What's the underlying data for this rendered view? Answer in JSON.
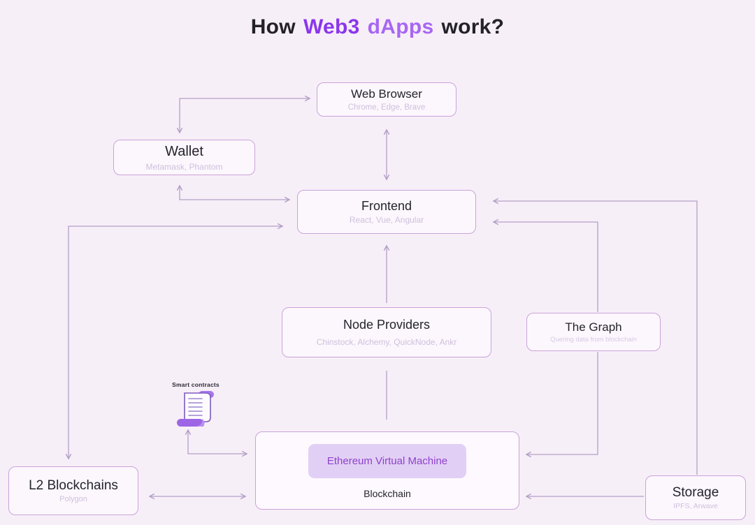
{
  "title": {
    "part1": "How",
    "web3": "Web3",
    "dapps": "dApps",
    "part2": "work?"
  },
  "nodes": {
    "web_browser": {
      "title": "Web Browser",
      "subtitle": "Chrome, Edge, Brave"
    },
    "wallet": {
      "title": "Wallet",
      "subtitle": "Metamask, Phantom"
    },
    "frontend": {
      "title": "Frontend",
      "subtitle": "React, Vue, Angular"
    },
    "node_providers": {
      "title": "Node Providers",
      "subtitle": "Chinstock, Alchemy, QuickNode, Ankr"
    },
    "the_graph": {
      "title": "The Graph",
      "subtitle": "Quering data from blockchain"
    },
    "smart_contracts": {
      "label": "Smart contracts"
    },
    "blockchain": {
      "label": "Blockchain",
      "evm_label": "Ethereum Virtual Machine"
    },
    "l2_blockchains": {
      "title": "L2 Blockchains",
      "subtitle": "Polygon"
    },
    "storage": {
      "title": "Storage",
      "subtitle": "IPFS, Arwave"
    }
  },
  "edges": [
    {
      "from": "wallet",
      "to": "web_browser",
      "style": "elbow",
      "arrows": "both"
    },
    {
      "from": "web_browser",
      "to": "frontend",
      "style": "straight",
      "arrows": "both"
    },
    {
      "from": "wallet",
      "to": "frontend",
      "style": "elbow",
      "arrows": "both"
    },
    {
      "from": "node_providers",
      "to": "frontend",
      "style": "straight",
      "arrows": "end"
    },
    {
      "from": "the_graph",
      "to": "frontend",
      "style": "elbow",
      "arrows": "end"
    },
    {
      "from": "storage",
      "to": "frontend",
      "style": "elbow",
      "arrows": "end"
    },
    {
      "from": "frontend",
      "to": "l2_blockchains",
      "style": "elbow",
      "arrows": "both"
    },
    {
      "from": "smart_contracts",
      "to": "blockchain",
      "style": "elbow",
      "arrows": "both"
    },
    {
      "from": "node_providers",
      "to": "blockchain",
      "style": "straight",
      "arrows": "none"
    },
    {
      "from": "the_graph",
      "to": "blockchain",
      "style": "elbow",
      "arrows": "end"
    },
    {
      "from": "storage",
      "to": "blockchain",
      "style": "straight",
      "arrows": "end"
    },
    {
      "from": "l2_blockchains",
      "to": "blockchain",
      "style": "straight",
      "arrows": "both"
    }
  ],
  "colors": {
    "background": "#f7eff8",
    "box_fill": "#fcf7fd",
    "box_border": "#c9a3d9",
    "connector": "#b39fc6",
    "title_web3": "#8b36ec",
    "title_dapps": "#a767f2",
    "evm_pill_bg": "#e2cff5",
    "evm_text": "#8d42cc",
    "subtitle_text": "#cdc0dc"
  }
}
